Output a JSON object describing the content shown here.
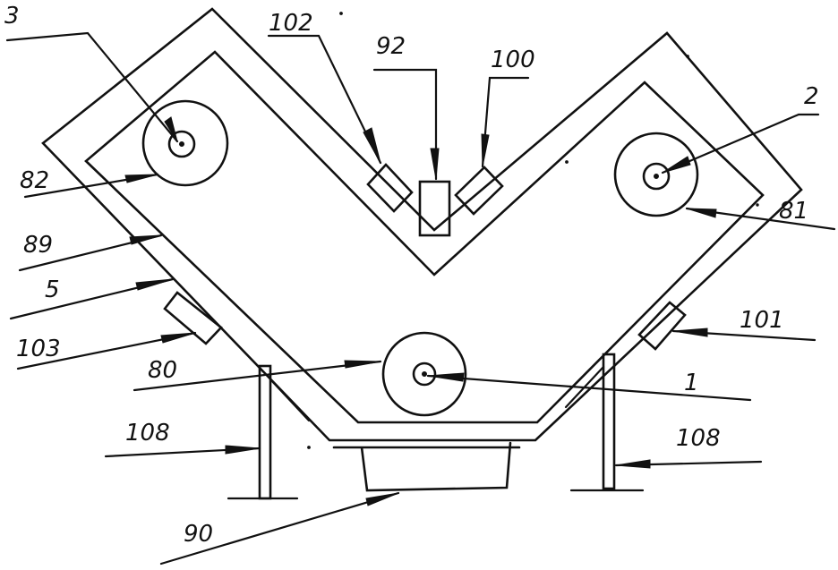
{
  "labels": {
    "l3": "3",
    "l102": "102",
    "l92": "92",
    "l100": "100",
    "l2": "2",
    "l82": "82",
    "l81": "81",
    "l89": "89",
    "l5": "5",
    "l101": "101",
    "l103": "103",
    "l80": "80",
    "l1": "1",
    "l108a": "108",
    "l108b": "108",
    "l90": "90"
  }
}
